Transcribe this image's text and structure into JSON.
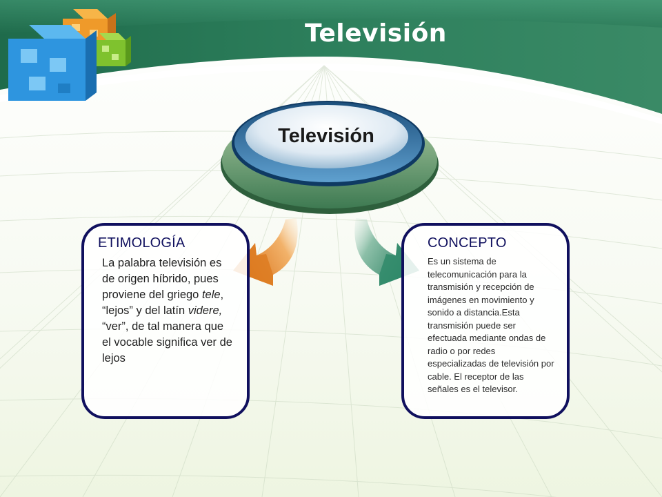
{
  "slide": {
    "title": "Televisión",
    "center_label": "Televisión"
  },
  "left_card": {
    "heading": "ETIMOLOGÍA",
    "body_parts": {
      "p1": "La palabra televisión es de origen híbrido, pues proviene del griego ",
      "tele": "tele",
      "p2": ", “lejos” y del latín ",
      "videre": "videre,",
      "p3": " “ver”, de tal manera que el vocable significa ver de lejos"
    }
  },
  "right_card": {
    "heading": "CONCEPTO",
    "body": "Es un sistema de telecomunicación para la transmisión y recepción de imágenes en movimiento y sonido a distancia.Esta transmisión puede ser efectuada mediante ondas de radio o por redes especializadas de televisión por cable. El receptor de las señales es el televisor."
  },
  "colors": {
    "header_green": "#2e7d5c",
    "card_border": "#10105e",
    "arrow_left": "#e0801e",
    "arrow_right": "#2f8a6a",
    "button_blue": "#4a86b4"
  },
  "icons": {
    "logo": "puzzle-cubes-icon"
  }
}
